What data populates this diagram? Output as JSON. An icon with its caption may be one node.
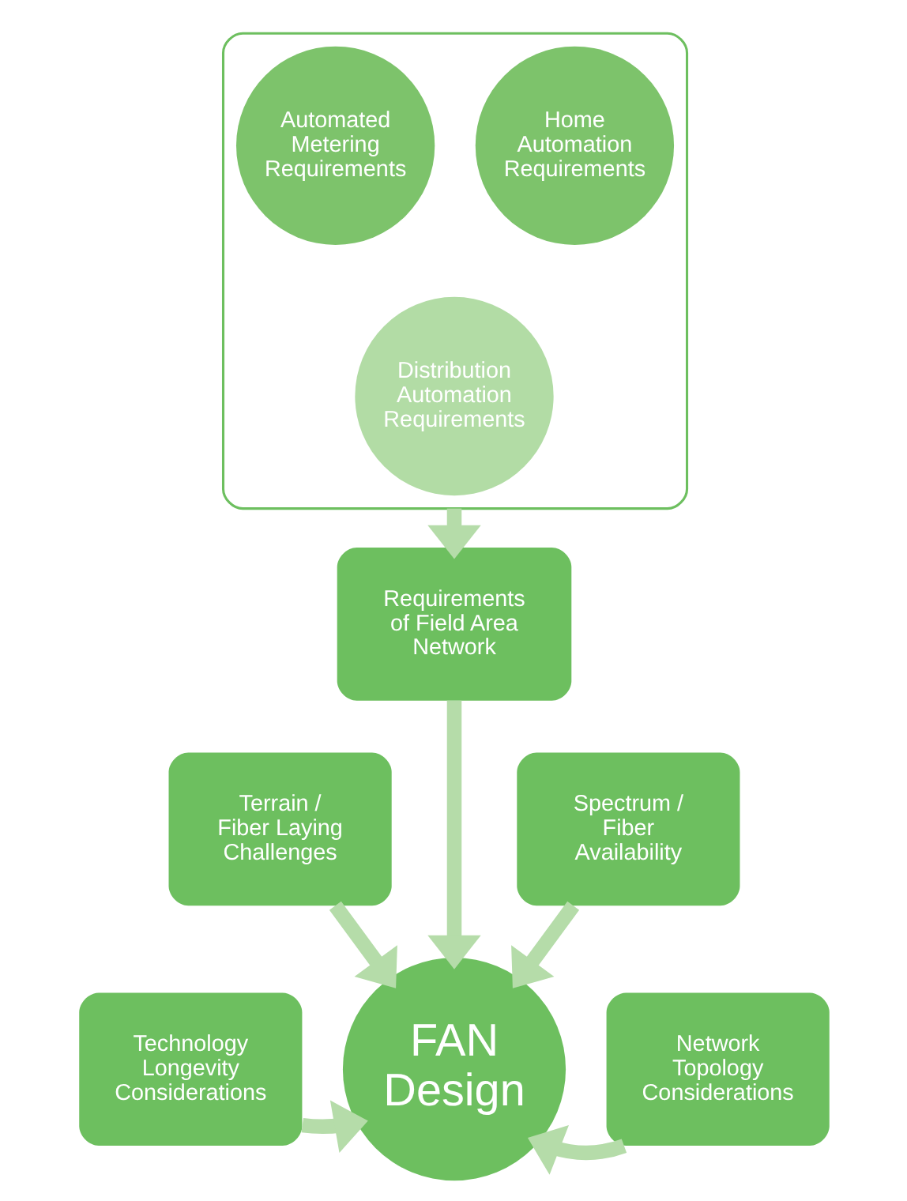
{
  "diagram": {
    "nodes": [
      {
        "text": [],
        "shape": "funnel"
      },
      {
        "text": [
          "Home Automation Requirements"
        ],
        "in": 0
      },
      {
        "text": [
          "Automated Metering Requirements"
        ],
        "in": 0
      },
      {
        "text": [
          "Distribution Automation Requirements"
        ],
        "in": 0
      },
      {
        "text": [
          "Requirements of Field Area Network"
        ]
      },
      {
        "text": [
          "Spectrum / Fiber Availability"
        ]
      },
      {
        "text": [
          "Terrain / Fiber Laying Challenges"
        ]
      },
      {
        "text": [
          "Technology Longevity Considerations"
        ]
      },
      {
        "text": [
          "FAN Design"
        ]
      },
      {
        "text": [
          "Network Topology Considerations"
        ]
      }
    ],
    "edges": [
      {
        "from": 0,
        "to": 4,
        "arrow": "to"
      },
      {
        "from": 4,
        "to": 8,
        "arrow": "to"
      },
      {
        "from": 5,
        "to": 8,
        "arrow": "to"
      },
      {
        "from": 6,
        "to": 8,
        "arrow": "to"
      },
      {
        "from": 7,
        "to": 8,
        "arrow": "to"
      },
      {
        "from": 9,
        "to": 8,
        "arrow": "to"
      }
    ]
  }
}
